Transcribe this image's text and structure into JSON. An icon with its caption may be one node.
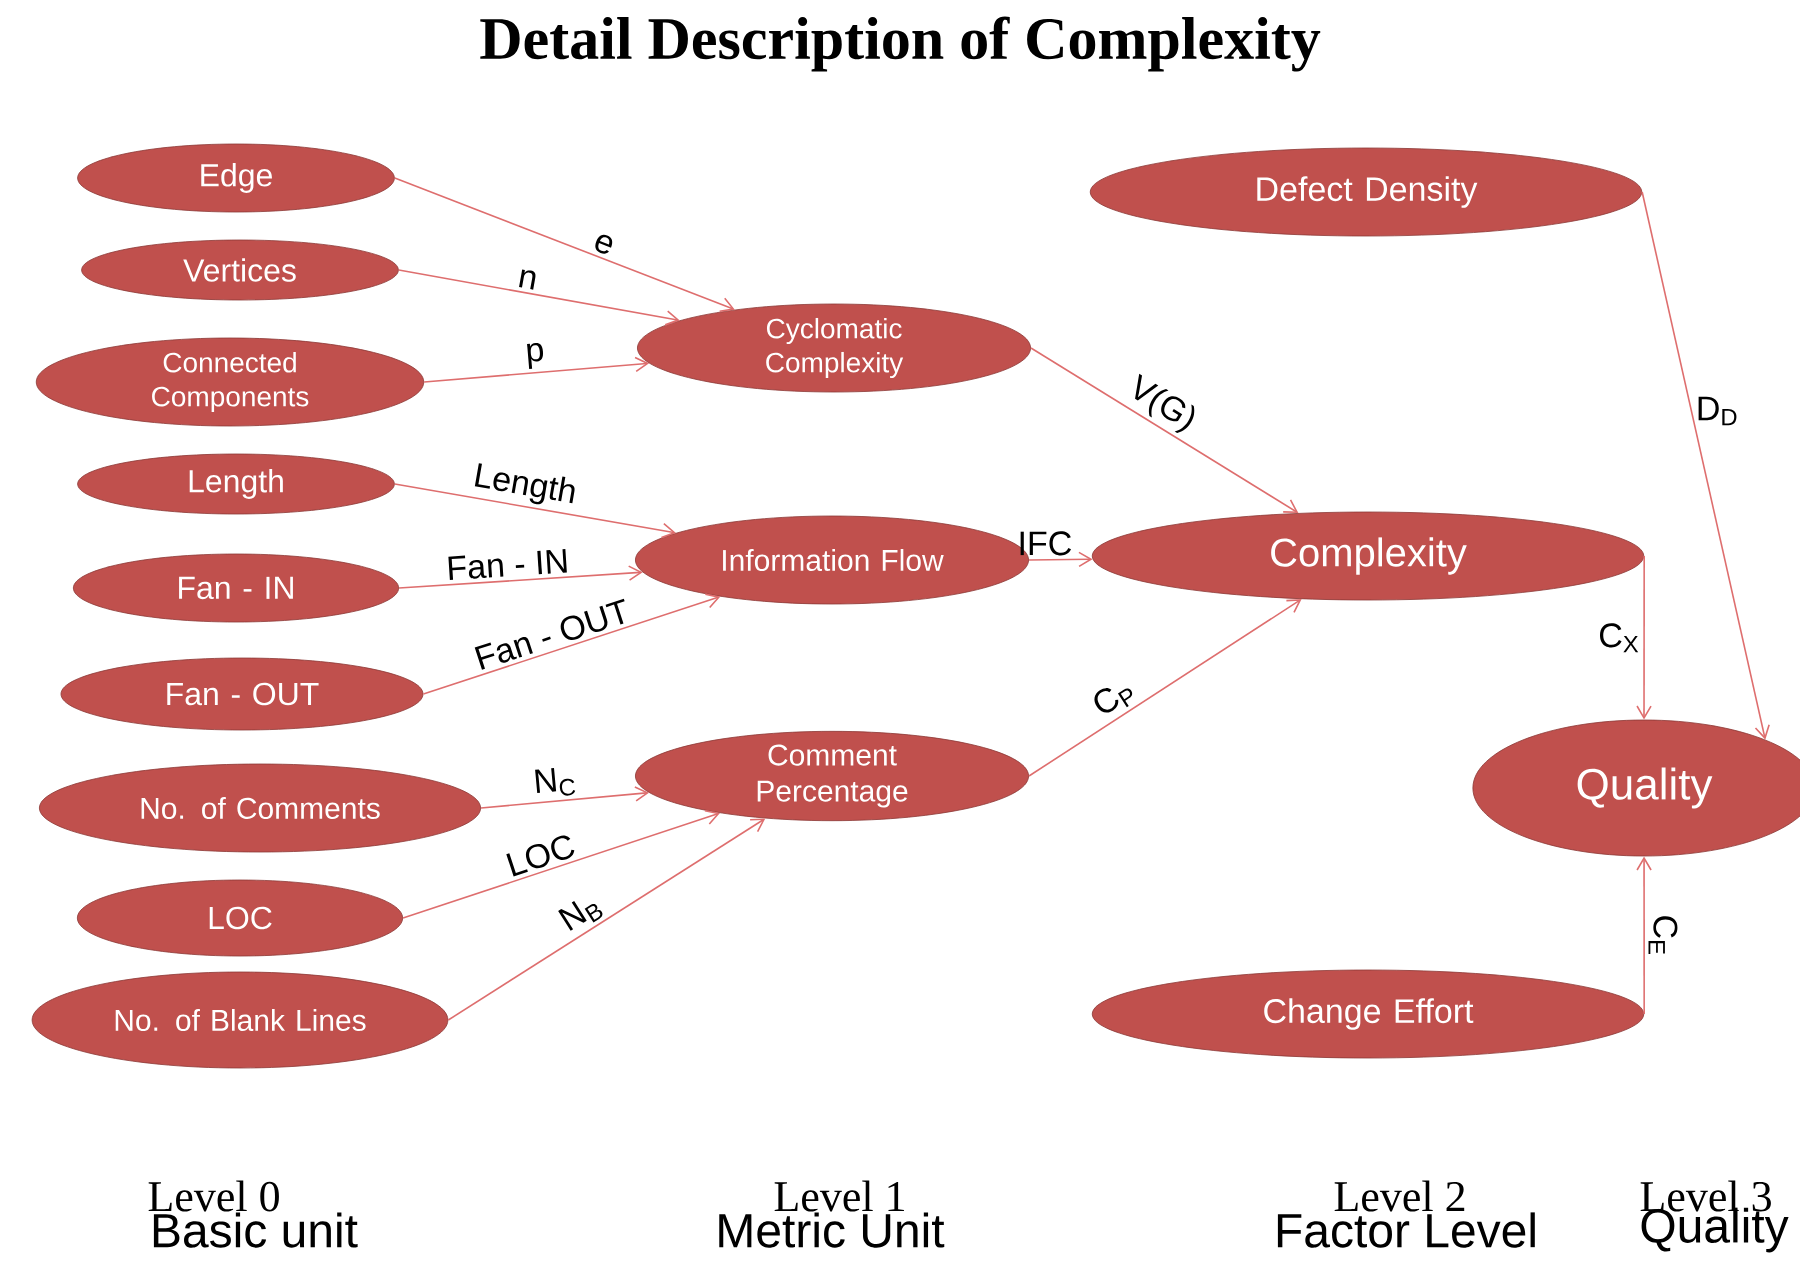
{
  "diagram": {
    "title": "Detail Description of Complexity",
    "nodes": [
      {
        "text": [
          "Edge"
        ]
      },
      {
        "text": [
          "Vertices"
        ]
      },
      {
        "text": [
          "Connected Components"
        ]
      },
      {
        "text": [
          "Length"
        ]
      },
      {
        "text": [
          "Fan - IN"
        ]
      },
      {
        "text": [
          "Fan - OUT"
        ]
      },
      {
        "text": [
          "No. of Comments"
        ]
      },
      {
        "text": [
          "LOC"
        ]
      },
      {
        "text": [
          "No. of Blank Lines"
        ]
      },
      {
        "text": [
          "Cyclomatic Complexity"
        ]
      },
      {
        "text": [
          "Information Flow"
        ]
      },
      {
        "text": [
          "Comment Percentage"
        ]
      },
      {
        "text": [
          "Defect Density"
        ]
      },
      {
        "text": [
          "Complexity"
        ]
      },
      {
        "text": [
          "Quality"
        ]
      },
      {
        "text": [
          "Change Effort"
        ]
      }
    ],
    "edges": [
      {
        "from": 0,
        "to": 9,
        "arrow": "to",
        "label": "e"
      },
      {
        "from": 1,
        "to": 9,
        "arrow": "to",
        "label": "n"
      },
      {
        "from": 2,
        "to": 9,
        "arrow": "to",
        "label": "p"
      },
      {
        "from": 3,
        "to": 10,
        "arrow": "to",
        "label": "Length"
      },
      {
        "from": 4,
        "to": 10,
        "arrow": "to",
        "label": "Fan - IN"
      },
      {
        "from": 5,
        "to": 10,
        "arrow": "to",
        "label": "Fan - OUT"
      },
      {
        "from": 6,
        "to": 11,
        "arrow": "to",
        "label": "N$_{C}$"
      },
      {
        "from": 7,
        "to": 11,
        "arrow": "to",
        "label": "LOC"
      },
      {
        "from": 8,
        "to": 11,
        "arrow": "to",
        "label": "N$_{B}$"
      },
      {
        "from": 9,
        "to": 13,
        "arrow": "to",
        "label": "V(G)"
      },
      {
        "from": 10,
        "to": 13,
        "arrow": "to",
        "label": "IFC"
      },
      {
        "from": 11,
        "to": 13,
        "arrow": "to",
        "label": "C$_{P}$"
      },
      {
        "from": 12,
        "to": 14,
        "arrow": "to",
        "label": "D$_{D}$"
      },
      {
        "from": 13,
        "to": 14,
        "arrow": "to",
        "label": "C$_{X}$"
      },
      {
        "from": 15,
        "to": 14,
        "arrow": "to",
        "label": "C$_{E}$"
      }
    ],
    "labels": [
      "Level 0",
      "Basic unit",
      "Level 1",
      "Metric Unit",
      "Level 2",
      "Factor Level",
      "Level 3",
      "Quality"
    ]
  }
}
